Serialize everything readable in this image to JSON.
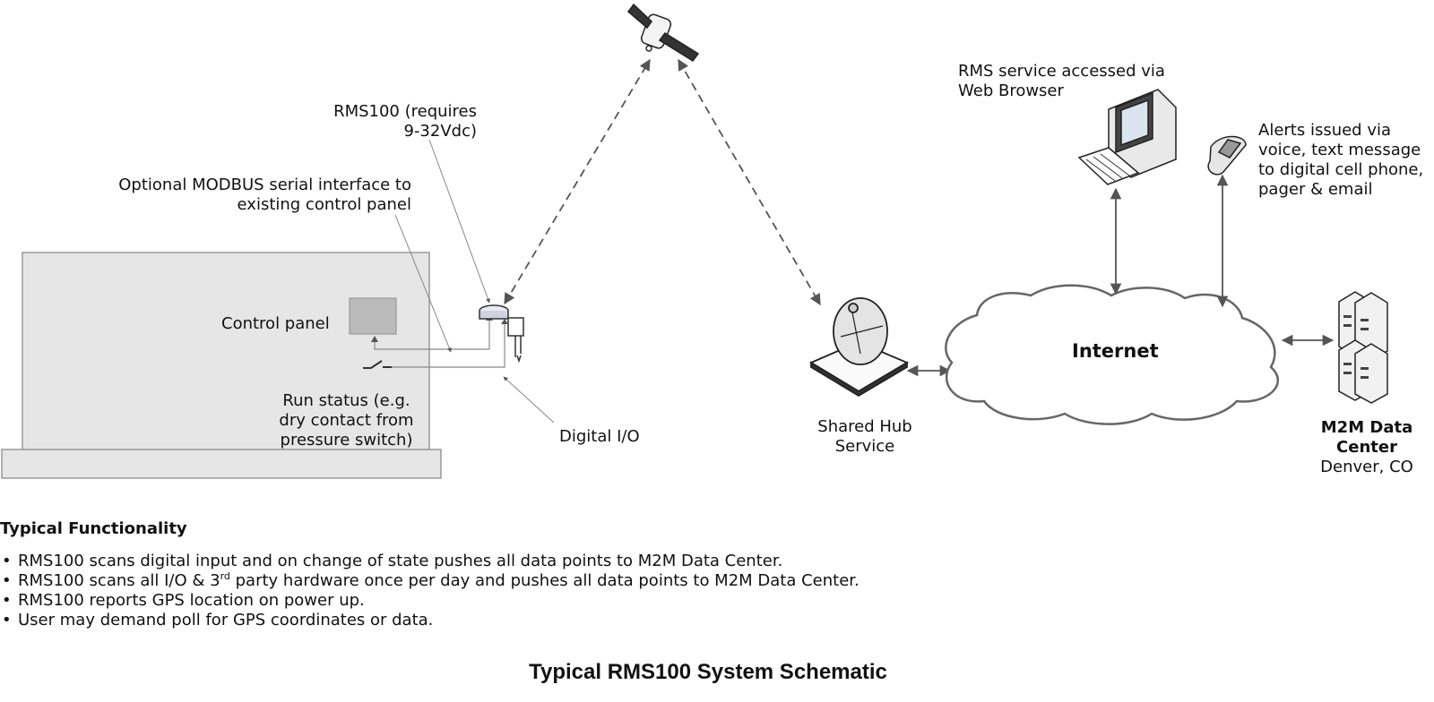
{
  "labels": {
    "control_panel": "Control panel",
    "rms100_line1": "RMS100 (requires",
    "rms100_line2": "9-32Vdc)",
    "modbus_line1": "Optional MODBUS serial interface to",
    "modbus_line2": "existing control panel",
    "run_status_line1": "Run status (e.g.",
    "run_status_line2": "dry contact from",
    "run_status_line3": "pressure switch)",
    "digital_io": "Digital I/O",
    "shared_hub_line1": "Shared Hub",
    "shared_hub_line2": "Service",
    "internet": "Internet",
    "rms_service_line1": "RMS service accessed via",
    "rms_service_line2": "Web Browser",
    "alerts_line1": "Alerts issued via",
    "alerts_line2": "voice, text message",
    "alerts_line3": "to digital cell phone,",
    "alerts_line4": "pager & email",
    "m2m_line1": "M2M Data",
    "m2m_line2": "Center",
    "m2m_line3": "Denver, CO"
  },
  "functionality": {
    "title": "Typical Functionality",
    "bullet": "•",
    "items": [
      {
        "text": "RMS100 scans digital input and on change of state pushes all data points to M2M Data Center."
      },
      {
        "pre": "RMS100 scans all I/O & 3",
        "sup": "rd",
        "post": " party hardware once per day and pushes all data points to M2M Data Center."
      },
      {
        "text": "RMS100 reports GPS location on power up."
      },
      {
        "text": "User may demand poll for GPS coordinates or data."
      }
    ]
  },
  "caption": "Typical RMS100 System Schematic",
  "icons": [
    "satellite-icon",
    "satellite-dish-icon",
    "cloud-icon",
    "computer-icon",
    "cell-phone-icon",
    "server-icon",
    "rms100-device-icon",
    "switch-icon"
  ],
  "colors": {
    "panel_fill": "#e6e6e6",
    "panel_stroke": "#999999",
    "line": "#666666",
    "box_fill": "#bbbbbb"
  }
}
